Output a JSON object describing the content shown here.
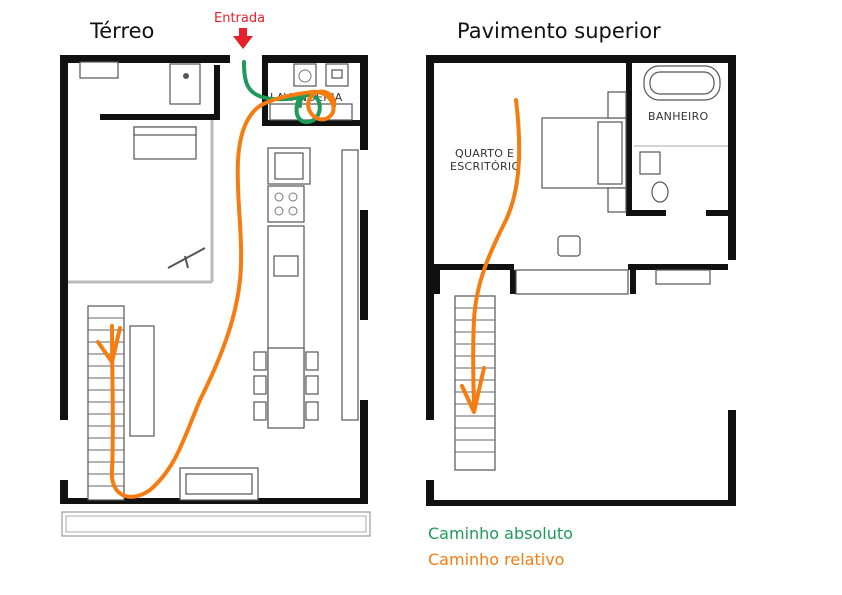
{
  "floors": {
    "ground_title": "Térreo",
    "upper_title": "Pavimento superior"
  },
  "entrance": {
    "label": "Entrada",
    "color": "#e8202a"
  },
  "rooms": {
    "laundry": "LAVANDERIA",
    "bedroom_line1": "QUARTO E",
    "bedroom_line2": "ESCRITÓRIO",
    "bathroom": "BANHEIRO"
  },
  "legend": {
    "absolute": {
      "label": "Caminho absoluto",
      "color": "#1f9a5a"
    },
    "relative": {
      "label": "Caminho relativo",
      "color": "#f57c10"
    }
  }
}
